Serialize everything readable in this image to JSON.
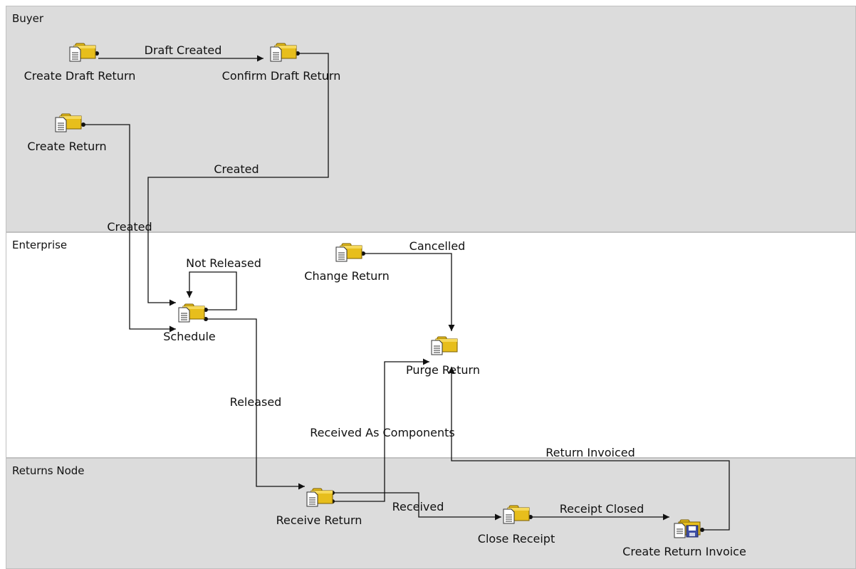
{
  "lanes": {
    "buyer": "Buyer",
    "enterprise": "Enterprise",
    "returns_node": "Returns Node"
  },
  "nodes": {
    "create_draft_return": "Create Draft Return",
    "confirm_draft_return": "Confirm Draft Return",
    "create_return": "Create Return",
    "change_return": "Change Return",
    "schedule": "Schedule",
    "purge_return": "Purge Return",
    "receive_return": "Receive Return",
    "close_receipt": "Close Receipt",
    "create_return_invoice": "Create Return Invoice"
  },
  "edges": {
    "draft_created": "Draft Created",
    "created_confirm": "Created",
    "created_return": "Created",
    "not_released": "Not Released",
    "cancelled": "Cancelled",
    "released": "Released",
    "received_as_components": "Received As Components",
    "received": "Received",
    "receipt_closed": "Receipt Closed",
    "return_invoiced": "Return Invoiced"
  },
  "colors": {
    "folder": "#e7be1c",
    "folder_dark": "#b98e07",
    "invoice_icon": "#3f4fa3",
    "line": "#111111"
  }
}
